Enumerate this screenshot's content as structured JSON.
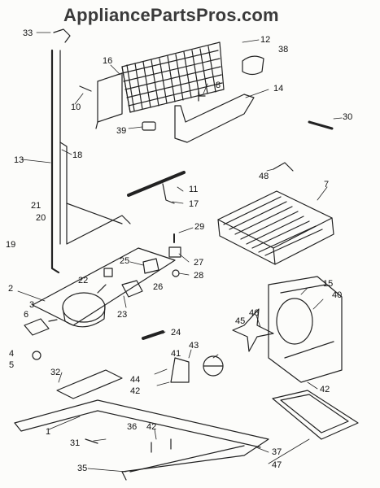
{
  "watermark": "AppliancePartsPros.com",
  "callouts": [
    {
      "id": "c33",
      "text": "33"
    },
    {
      "id": "c12",
      "text": "12"
    },
    {
      "id": "c16",
      "text": "16"
    },
    {
      "id": "c38",
      "text": "38"
    },
    {
      "id": "c8",
      "text": "8"
    },
    {
      "id": "c10",
      "text": "10"
    },
    {
      "id": "c14",
      "text": "14"
    },
    {
      "id": "c30",
      "text": "30"
    },
    {
      "id": "c39",
      "text": "39"
    },
    {
      "id": "c13",
      "text": "13"
    },
    {
      "id": "c18",
      "text": "18"
    },
    {
      "id": "c48",
      "text": "48"
    },
    {
      "id": "c7",
      "text": "7"
    },
    {
      "id": "c11",
      "text": "11"
    },
    {
      "id": "c17",
      "text": "17"
    },
    {
      "id": "c21",
      "text": "21"
    },
    {
      "id": "c20",
      "text": "20"
    },
    {
      "id": "c19",
      "text": "19"
    },
    {
      "id": "c29",
      "text": "29"
    },
    {
      "id": "c25",
      "text": "25"
    },
    {
      "id": "c27",
      "text": "27"
    },
    {
      "id": "c22",
      "text": "22"
    },
    {
      "id": "c28",
      "text": "28"
    },
    {
      "id": "c2",
      "text": "2"
    },
    {
      "id": "c26",
      "text": "26"
    },
    {
      "id": "c15",
      "text": "15"
    },
    {
      "id": "c40",
      "text": "40"
    },
    {
      "id": "c3",
      "text": "3"
    },
    {
      "id": "c23",
      "text": "23"
    },
    {
      "id": "c6",
      "text": "6"
    },
    {
      "id": "c46",
      "text": "46"
    },
    {
      "id": "c45",
      "text": "45"
    },
    {
      "id": "c24",
      "text": "24"
    },
    {
      "id": "c4",
      "text": "4"
    },
    {
      "id": "c5",
      "text": "5"
    },
    {
      "id": "c43",
      "text": "43"
    },
    {
      "id": "c41",
      "text": "41"
    },
    {
      "id": "c32",
      "text": "32"
    },
    {
      "id": "c44",
      "text": "44"
    },
    {
      "id": "c42a",
      "text": "42"
    },
    {
      "id": "c42b",
      "text": "42"
    },
    {
      "id": "c1",
      "text": "1"
    },
    {
      "id": "c36",
      "text": "36"
    },
    {
      "id": "c42c",
      "text": "42"
    },
    {
      "id": "c37",
      "text": "37"
    },
    {
      "id": "c31",
      "text": "31"
    },
    {
      "id": "c47",
      "text": "47"
    },
    {
      "id": "c35",
      "text": "35"
    }
  ]
}
